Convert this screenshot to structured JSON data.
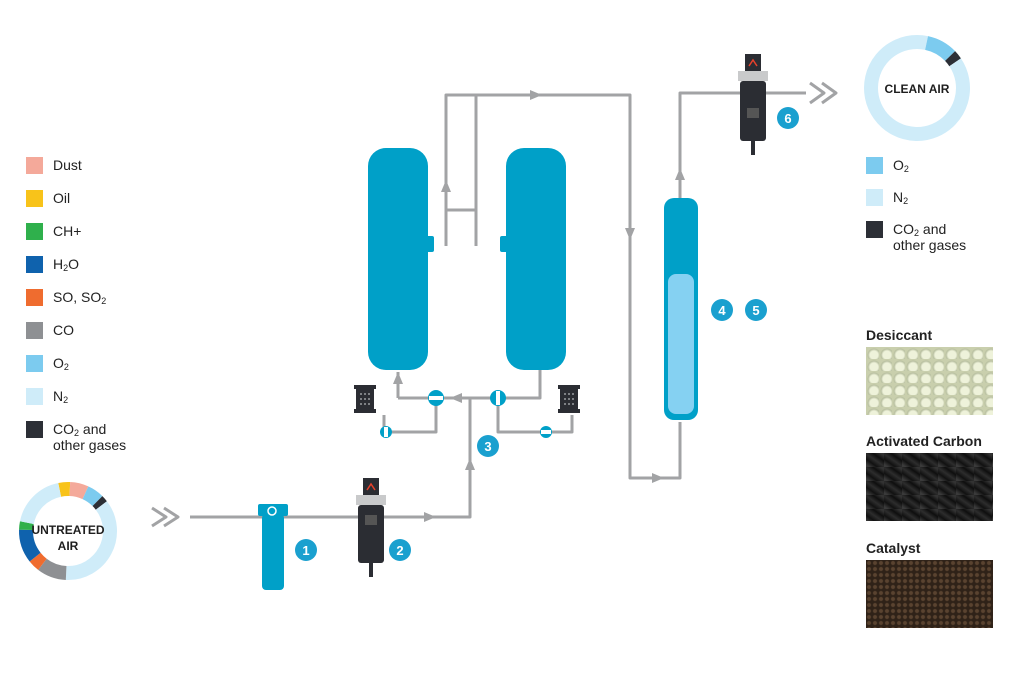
{
  "input_legend": [
    {
      "label": "Dust",
      "color": "#f4a99a"
    },
    {
      "label": "Oil",
      "color": "#f8c31a"
    },
    {
      "label": "CH+",
      "color": "#2fb04c"
    },
    {
      "label": "H",
      "sub": "2",
      "label_after": "O",
      "color": "#0f62ad"
    },
    {
      "label": "SO, SO",
      "sub": "2",
      "color": "#ef6c2f"
    },
    {
      "label": "CO",
      "color": "#8e9093"
    },
    {
      "label": "O",
      "sub": "2",
      "color": "#7ccbef"
    },
    {
      "label": "N",
      "sub": "2",
      "color": "#cfecf9"
    },
    {
      "label": "CO",
      "sub": "2",
      "label_after": " and",
      "label_line2": "other gases",
      "color": "#2c2f36"
    }
  ],
  "output_legend": [
    {
      "label": "O",
      "sub": "2",
      "color": "#7ccbef"
    },
    {
      "label": "N",
      "sub": "2",
      "color": "#cfecf9"
    },
    {
      "label": "CO",
      "sub": "2",
      "label_after": " and",
      "label_line2": "other gases",
      "color": "#2c2f36"
    }
  ],
  "untreated_air": {
    "line1": "UNTREATED",
    "line2": "AIR"
  },
  "clean_air": {
    "label": "CLEAN AIR"
  },
  "steps": [
    "1",
    "2",
    "3",
    "4",
    "5",
    "6"
  ],
  "materials": [
    {
      "title": "Desiccant",
      "color": "#d6dcbc"
    },
    {
      "title": "Activated Carbon",
      "color": "#232323"
    },
    {
      "title": "Catalyst",
      "color": "#3a2a1e"
    }
  ],
  "colors": {
    "vessel": "#00a0c8",
    "vessel_light": "#85d1f2",
    "pipe": "#a2a3a5",
    "filter_dark": "#2b2d33",
    "step_badge": "#1aa0cf"
  },
  "icons": {
    "arrows": "double-chevron-icon",
    "valve": "valve-icon",
    "silencer": "silencer-icon"
  }
}
